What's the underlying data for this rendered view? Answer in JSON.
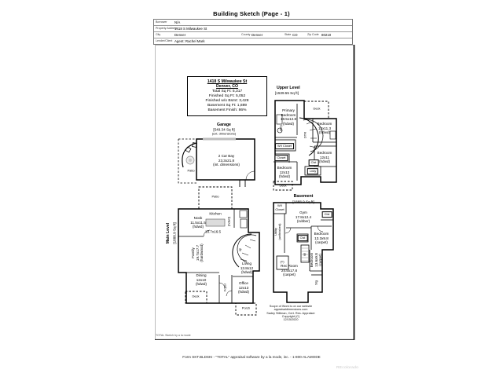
{
  "page_title": "Building Sketch (Page - 1)",
  "form": {
    "borrower_label": "Borrower",
    "borrower_value": "N/A",
    "address_label": "Property Address",
    "address_value": "1418 S Milwaukee St",
    "city_label": "City",
    "city_value": "Denver",
    "county_label": "County",
    "county_value": "Denver",
    "state_label": "State",
    "state_value": "CO",
    "zip_label": "Zip Code",
    "zip_value": "80210",
    "lender_label": "Lender/Client",
    "lender_value": "Agent: Rachel Mark"
  },
  "summary": {
    "address": "1418 S Milwaukee St",
    "city_state": "Denver, CO",
    "total": "Total Sq Ft: 5,317",
    "finished": "Finished Sq Ft: 5,052",
    "finished_wo_bsmt": "Finished w/o Bsmt: 3,428",
    "basement_sqft": "Basement Sq Ft: 1,889",
    "basement_finish": "Basement Finish: 86%"
  },
  "garage": {
    "title": "Garage",
    "sqft": "[549.34 Sq ft]",
    "note": "(ext. dimensions)",
    "bay": "2 Car Bay\n23.3x21.8\n(int. dimensions)",
    "patio": "Patio"
  },
  "main_level": {
    "title": "Main Level",
    "sqft": "[1888.9 Sq ft]",
    "patio": "Patio",
    "nook": "Nook\n11.5x11.5\n(hdwd)",
    "kitchen": "Kitchen",
    "kitchen_dims": "18.7x16.5",
    "kitchen_floor": "(hdwd)",
    "family": "Family\n19.7x17.7\n(hardwood)",
    "living": "Living\n13.8x12\n(hdwd)",
    "dining": "Dining\n12x10\n(hdwd)",
    "office": "Office\n12x13\n(hdwd)",
    "foyer": "Foyer",
    "deck": "Deck",
    "porch": "Porch",
    "up": "up"
  },
  "upper_level": {
    "title": "Upper Level",
    "sqft": "[1539.55 Sq ft]",
    "primary": "Primary\nBedroom\n18.5x12.8\n(hdwd)",
    "deck": "Deck",
    "bedroom2": "Bedroom\n12x11.3\n(hdwd)",
    "wi_closet": "W/I Closet",
    "closet": "Closet",
    "bedroom3": "Bedroom\n12x12\n(hdwd)",
    "bedroom4": "Bedroom\n12x11\n(hdwd)",
    "lndy": "Lndy",
    "clst": "Clst",
    "dtr": "DTR",
    "tile": "(tile)",
    "deck2": "Deck"
  },
  "basement": {
    "title": "Basement",
    "sqft": "[1888.9 Sq ft]",
    "wi_closet": "W/I\nCloset",
    "gym": "Gym\n17.8x12.4\n(rubber)",
    "utility": "Utility\n(unfinished)",
    "clst1": "Clst",
    "bedroom1": "Bedroom\n13.3x9.8\n(carpet)",
    "clst2": "Clst",
    "rec_room": "Rec Room\n24.5x17.8\n(carpet)",
    "bedroom2": "Bedroom\n13.6x9.8\n(carpet)",
    "up": "up",
    "stg": "Stg",
    "t": "(T)"
  },
  "scope": {
    "line1": "Scope of Work is on our website",
    "line2": "appraisaldimensions.com",
    "line3": "Sadey Stillman, Cert. Res. Appraiser",
    "line4": "Copyright (C)",
    "line5": "12/15/2020"
  },
  "credits": {
    "sketch_credit": "TOTAL Sketch by a la mode",
    "footer": "Form SKT.BLDSKI - \"TOTAL\" appraisal software by a la mode, inc. - 1-800-ALAMODE",
    "watermark": "REcolorado"
  },
  "colors": {
    "wall": "#000000",
    "fixture_gray": "#d9d9d9",
    "watermark_gray": "#c6c6c6"
  }
}
